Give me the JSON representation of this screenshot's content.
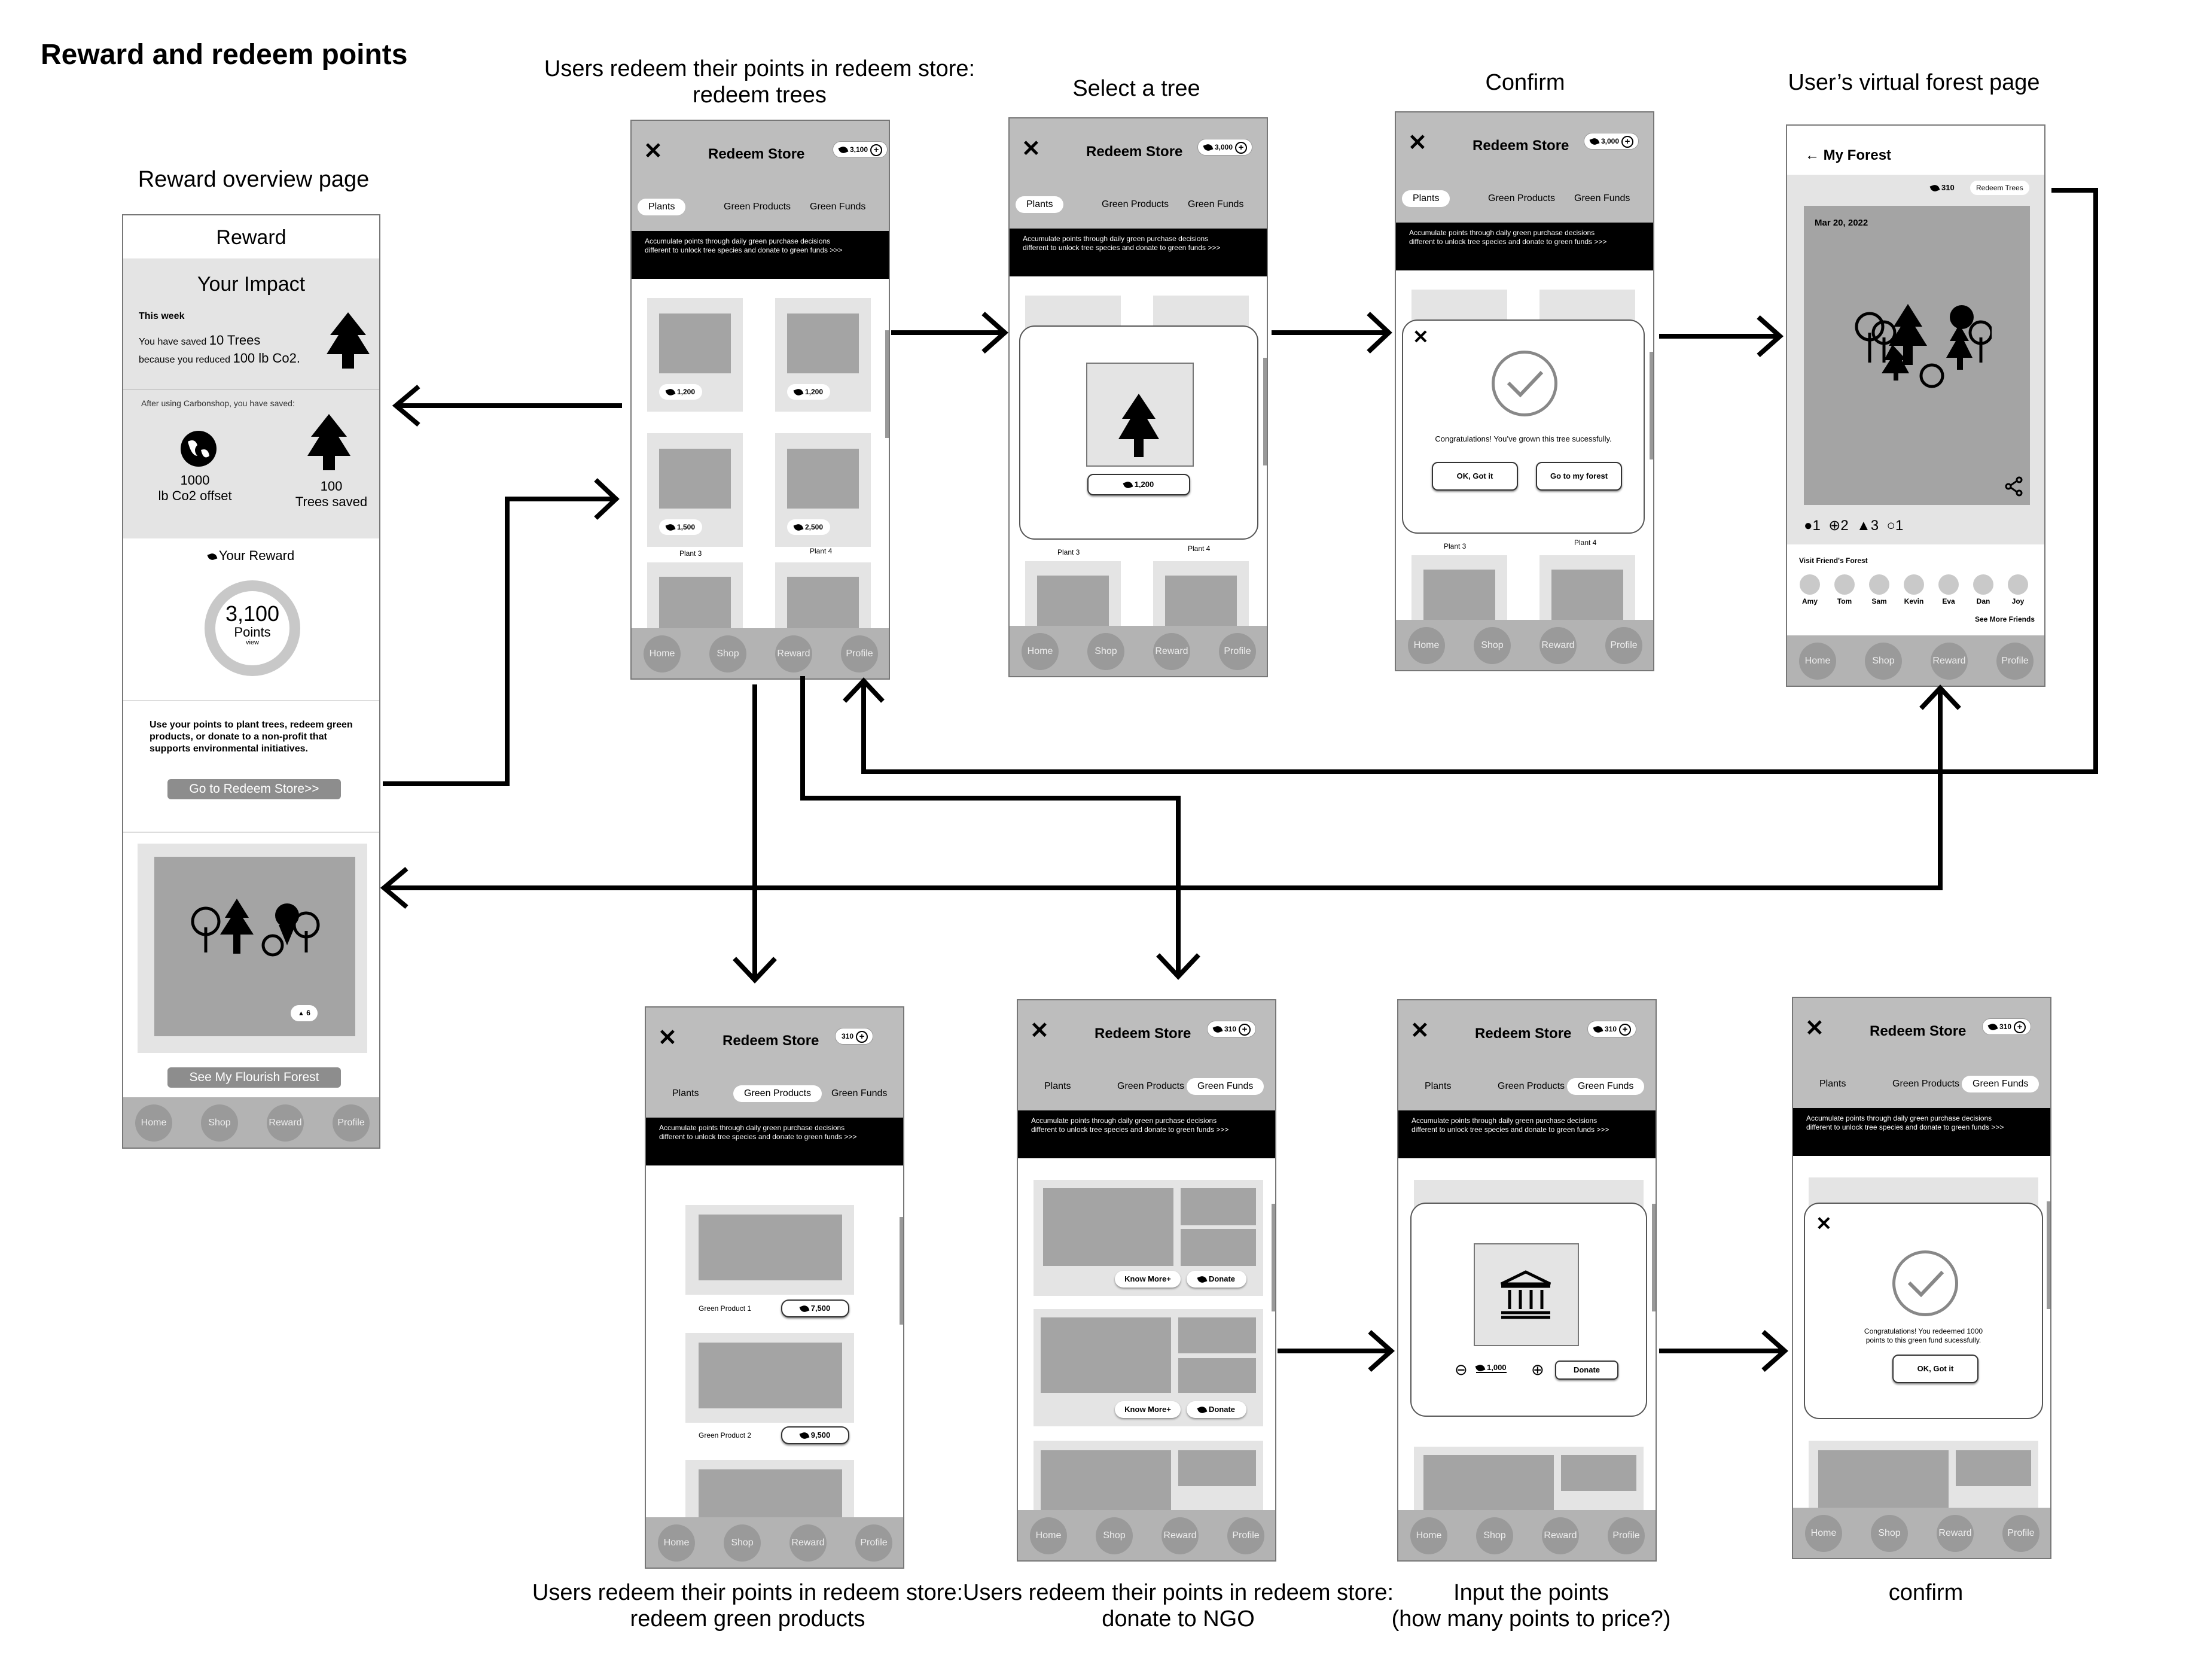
{
  "page_title": "Reward and redeem points",
  "captions": {
    "reward_overview": "Reward overview page",
    "redeem_trees": [
      "Users redeem their points in redeem store:",
      "redeem trees"
    ],
    "select_tree": "Select a tree",
    "confirm_top": "Confirm",
    "virtual_forest": "User’s virtual forest page",
    "green_products": [
      "Users redeem their points in redeem store:",
      "redeem green products"
    ],
    "donate_ngo": [
      "Users redeem their points in redeem store:",
      "donate to NGO"
    ],
    "input_points": [
      "Input the points",
      "(how many points to price?)"
    ],
    "confirm_bottom": "confirm"
  },
  "nav": [
    "Home",
    "Shop",
    "Reward",
    "Profile"
  ],
  "tabs": [
    "Plants",
    "Green Products",
    "Green Funds"
  ],
  "store_title": "Redeem Store",
  "banner": [
    "Accumulate points through daily green purchase decisions",
    "different to unlock tree species and donate to green funds >>>"
  ],
  "reward": {
    "title": "Reward",
    "impact_title": "Your Impact",
    "this_week": "This week",
    "saved_prefix": "You have saved",
    "saved_value": "10 Trees",
    "because_prefix": "because you reduced",
    "because_value": "100 lb Co2.",
    "after_using": "After using Carbonshop, you have saved:",
    "co2_value": "1000",
    "co2_label": "lb Co2 offset",
    "trees_value": "100",
    "trees_label": "Trees saved",
    "your_reward": "Your Reward",
    "points_value": "3,100",
    "points_label": "Points",
    "points_view": "view",
    "use_points": [
      "Use your points to plant trees, redeem green",
      "products, or donate to a non-profit that",
      "supports environmental initiatives."
    ],
    "go_store": "Go to Redeem Store>>",
    "forest_badge": "6",
    "see_forest": "See My Flourish Forest"
  },
  "store_trees": {
    "balance": "3,100",
    "prices": [
      "1,200",
      "1,200",
      "1,500",
      "2,500"
    ],
    "plant3": "Plant 3",
    "plant4": "Plant 4"
  },
  "select_tree": {
    "balance": "3,000",
    "price": "1,200",
    "plant3": "Plant 3",
    "plant4": "Plant 4"
  },
  "confirm_tree": {
    "balance": "3,000",
    "message": "Congratulations! You’ve grown this tree sucessfully.",
    "ok": "OK, Got it",
    "go_forest": "Go to my forest",
    "plant3": "Plant 3",
    "plant4": "Plant 4"
  },
  "forest": {
    "title": "My Forest",
    "balance": "310",
    "redeem_trees": "Redeem Trees",
    "date": "Mar 20, 2022",
    "counts": [
      "1",
      "2",
      "3",
      "1"
    ],
    "visit": "Visit Friend's Forest",
    "friends": [
      "Amy",
      "Tom",
      "Sam",
      "Kevin",
      "Eva",
      "Dan",
      "Joy"
    ],
    "see_more": "See More Friends"
  },
  "store_products": {
    "balance": "310",
    "items": [
      {
        "name": "Green Product 1",
        "price": "7,500"
      },
      {
        "name": "Green Product 2",
        "price": "9,500"
      }
    ]
  },
  "store_funds": {
    "balance": "310",
    "know_more": "Know More+",
    "donate": "Donate"
  },
  "input_points": {
    "balance": "310",
    "amount": "1,000",
    "donate": "Donate"
  },
  "confirm_fund": {
    "balance": "310",
    "message": [
      "Congratulations! You redeemed 1000",
      "points to this green fund sucessfully."
    ],
    "ok": "OK, Got it"
  }
}
